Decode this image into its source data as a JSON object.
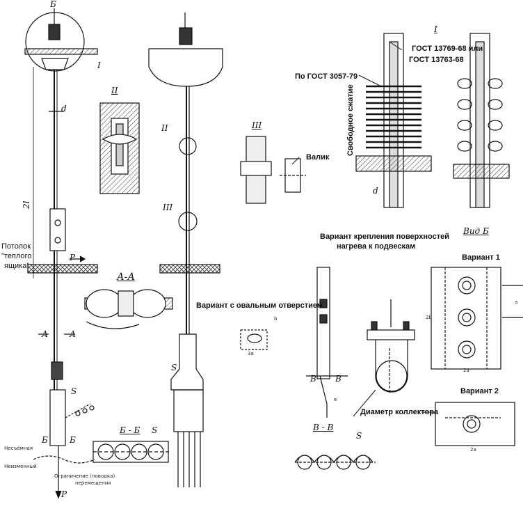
{
  "labels": {
    "gost_tube": "ГОСТ 13769-68 или",
    "gost_tube_2": "ГОСТ 13763-68",
    "gost_spring": "По ГОСТ 3057-79",
    "free_compression": "Свободное сжатие",
    "roller": "Валик",
    "ceiling_1": "Потолок",
    "ceiling_2": "\"теплого",
    "ceiling_3": "ящика\"",
    "attach_1": "Вариант крепления поверхностей",
    "attach_2": "нагрева к подвескам",
    "view_b": "Вид Б",
    "variant_1": "Вариант 1",
    "variant_2": "Вариант 2",
    "oval_hole": "Вариант с овальным отверстием",
    "collector_diameter": "Диаметр коллектора"
  },
  "marks": {
    "b_top": "Б",
    "detail_i_left": "I",
    "detail_i_right": "I",
    "detail_ii_header": "II",
    "detail_ii_mid": "II",
    "detail_iii_header": "III",
    "detail_iii_mid": "III",
    "section_aa": "А-А",
    "section_bb": "Б - Б",
    "section_vv": "В - В",
    "a_left": "А",
    "a_right": "А",
    "b_low_left": "Б",
    "b_low_right": "Б",
    "v_left": "В",
    "v_right": "В",
    "d_pipe": "d",
    "d_rod": "d",
    "p_top": "P",
    "p_bottom": "P",
    "s_lo": "S",
    "s_mid": "S",
    "s_bb": "S",
    "s_vv": "S",
    "h_len": "2l"
  },
  "small_text": {
    "dim_2a": "2a",
    "dim_2a_low": "2a",
    "dim_a": "a",
    "dim_b": "b",
    "dim_3a": "3a",
    "dim_2b": "2b",
    "dim_e": "e",
    "tiny_1": "Несъёмная",
    "tiny_2": "Неизменный",
    "tiny_3": "Ограничение (поводка)",
    "tiny_4": "перемещения"
  },
  "colors": {
    "ink": "#111111",
    "hatch": "#333333",
    "fill": "#d8d8d8"
  }
}
